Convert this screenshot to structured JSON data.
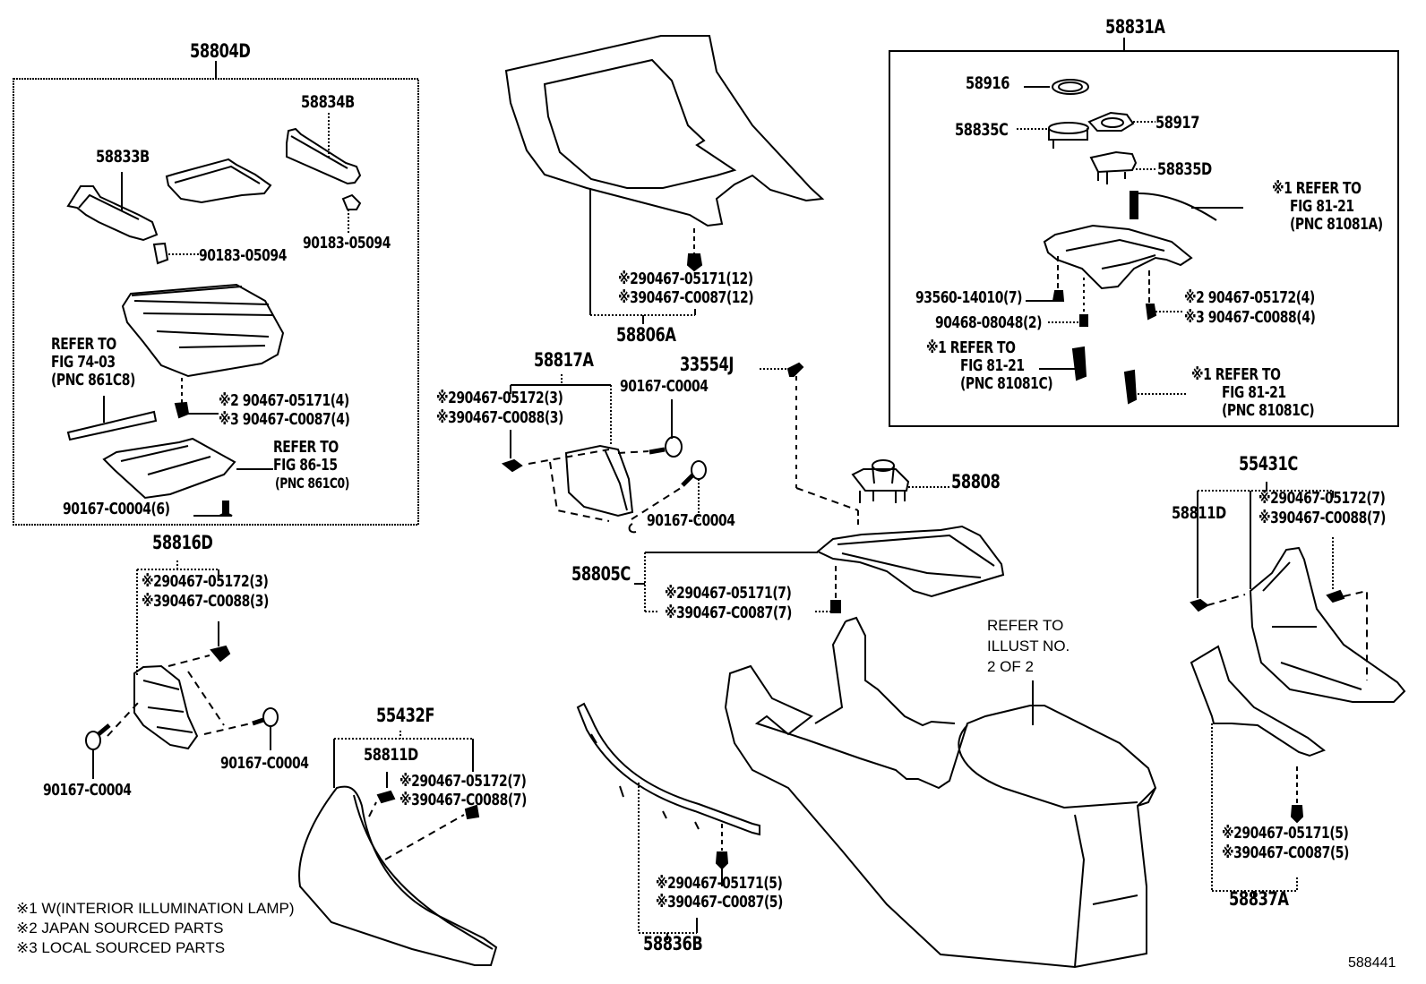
{
  "diagram": {
    "type": "exploded-parts-diagram",
    "illustration_number": "588441",
    "groups": {
      "g58804D": {
        "title": "58804D",
        "parts": {
          "p58834B": "58834B",
          "p58833B": "58833B",
          "clip1": "90183-05094",
          "clip2": "90183-05094",
          "refer1": [
            "REFER TO",
            "FIG 74-03",
            "(PNC 861C8)"
          ],
          "fast_a": "※2 90467-05171(4)",
          "fast_b": "※3 90467-C0087(4)",
          "refer2": [
            "REFER TO",
            "FIG 86-15",
            "(PNC 861C0)"
          ],
          "screw": "90167-C0004(6)"
        }
      },
      "g58806A": {
        "title": "58806A",
        "fast_a": "※290467-05171(12)",
        "fast_b": "※390467-C0087(12)"
      },
      "g58831A": {
        "title": "58831A",
        "parts": {
          "p58916": "58916",
          "p58917": "58917",
          "p58835C": "58835C",
          "p58835D": "58835D",
          "refer_a": [
            "※1 REFER TO",
            "FIG 81-21",
            "(PNC 81081A)"
          ],
          "bolt": "93560-14010(7)",
          "nut": "90468-08048(2)",
          "fast_a": "※2 90467-05172(4)",
          "fast_b": "※3 90467-C0088(4)",
          "refer_c1": [
            "※1 REFER TO",
            "FIG 81-21",
            "(PNC 81081C)"
          ],
          "refer_c2": [
            "※1 REFER TO",
            "FIG 81-21",
            "(PNC 81081C)"
          ]
        }
      },
      "g58817A": {
        "title": "58817A",
        "fast_a": "※290467-05172(3)",
        "fast_b": "※390467-C0088(3)",
        "screw1": "90167-C0004",
        "screw2": "90167-C0004"
      },
      "p33554J": "33554J",
      "p58808": "58808",
      "g58805C": {
        "title": "58805C",
        "fast_a": "※290467-05171(7)",
        "fast_b": "※390467-C0087(7)"
      },
      "g55431C": {
        "title": "55431C",
        "p58811D": "58811D",
        "fast_a": "※290467-05172(7)",
        "fast_b": "※390467-C0088(7)"
      },
      "g58816D": {
        "title": "58816D",
        "fast_a": "※290467-05172(3)",
        "fast_b": "※390467-C0088(3)",
        "screw1": "90167-C0004",
        "screw2": "90167-C0004"
      },
      "g55432F": {
        "title": "55432F",
        "p58811D": "58811D",
        "fast_a": "※290467-05172(7)",
        "fast_b": "※390467-C0088(7)"
      },
      "g58836B": {
        "title": "58836B",
        "fast_a": "※290467-05171(5)",
        "fast_b": "※390467-C0087(5)"
      },
      "g58837A": {
        "title": "58837A",
        "fast_a": "※290467-05171(5)",
        "fast_b": "※390467-C0087(5)"
      },
      "console_refer": [
        "REFER TO",
        "ILLUST NO.",
        "2 OF 2"
      ]
    },
    "legend": [
      "※1 W(INTERIOR ILLUMINATION LAMP)",
      "※2 JAPAN SOURCED PARTS",
      "※3 LOCAL SOURCED PARTS"
    ]
  }
}
